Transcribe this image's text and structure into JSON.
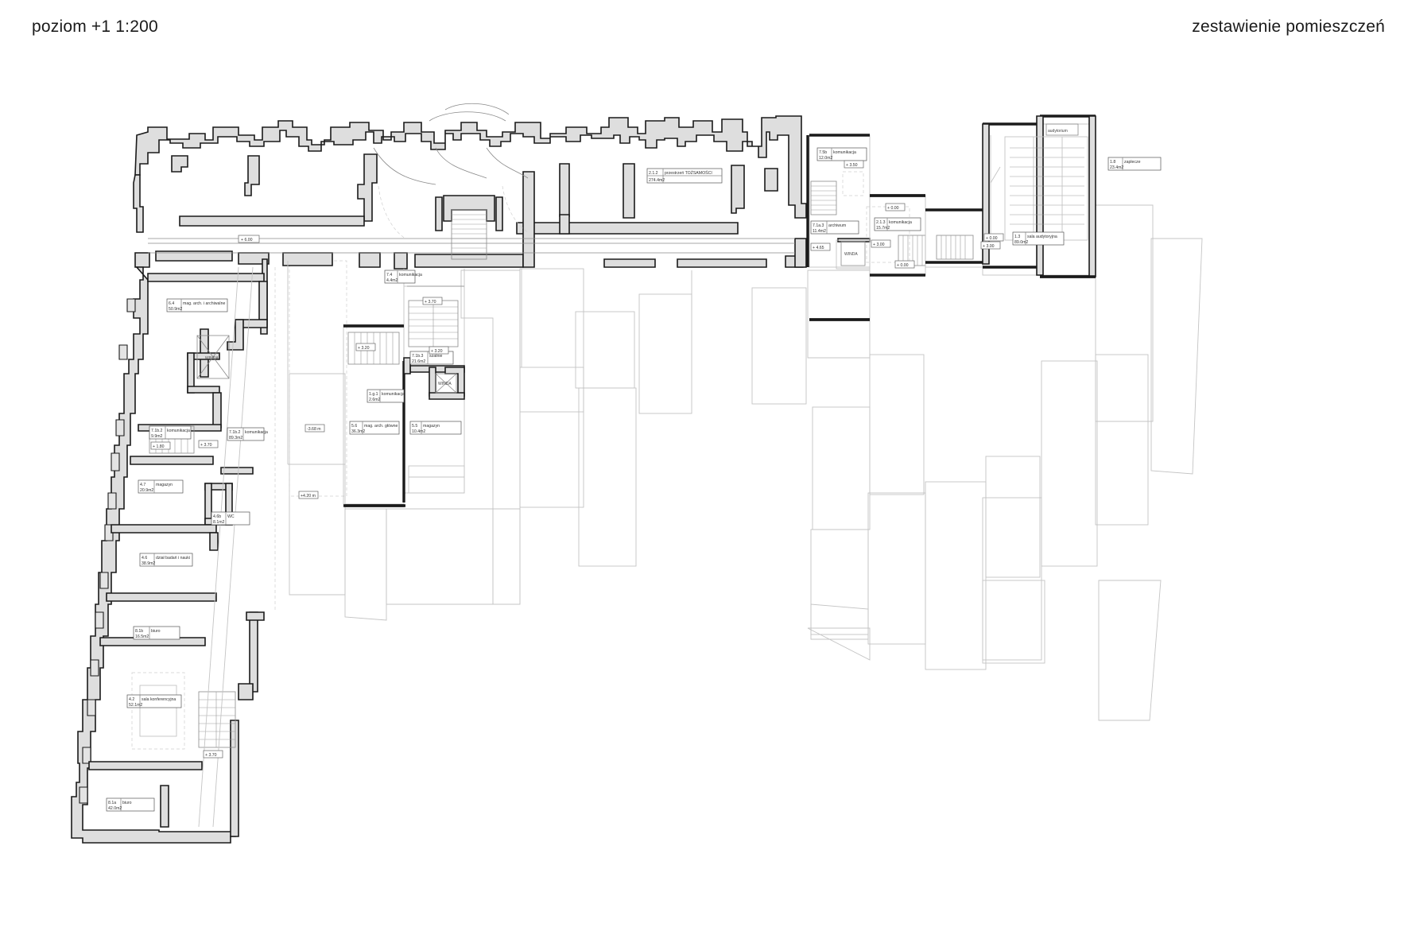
{
  "header": {
    "title_left": "poziom +1   1:200",
    "title_right": "zestawienie pomieszczeń"
  },
  "labels": {
    "winda": "WINDA",
    "lift_small": "WINDA",
    "lift_east": "WINDA",
    "lecture_hall": "audytorium"
  },
  "rooms": [
    {
      "id": "r1",
      "number": "2.1.2",
      "area": "274.4m2",
      "name": "przestrzeń TOŻSAMOŚCI"
    },
    {
      "id": "r2",
      "number": "7.5b",
      "area": "12.0m2",
      "name": "komunikacja"
    },
    {
      "id": "r3",
      "number": "7.1a.3",
      "area": "11.4m2",
      "name": "archiwum"
    },
    {
      "id": "r4",
      "number": "2.1.3",
      "area": "15.7m2",
      "name": "komunikacja"
    },
    {
      "id": "r5",
      "number": "1.3",
      "area": "89.0m2",
      "name": "sala audytoryjna"
    },
    {
      "id": "r6",
      "number": "1.8",
      "area": "23.4m2",
      "name": "zaplecze"
    },
    {
      "id": "r7",
      "number": "7.4",
      "area": "4.4m2",
      "name": "komunikacja"
    },
    {
      "id": "r8",
      "number": "6.4",
      "area": "50.9m2",
      "name": "mag. arch. i archiwalne"
    },
    {
      "id": "r9",
      "number": "7.1b.3",
      "area": "21.6m2",
      "name": "szatnie"
    },
    {
      "id": "r10",
      "number": "1.g.1",
      "area": "2.6m2",
      "name": "komunikacja"
    },
    {
      "id": "r11",
      "number": "5.6",
      "area": "36.3m2",
      "name": "mag. arch. główne"
    },
    {
      "id": "r12",
      "number": "5.5",
      "area": "10.4m2",
      "name": "magazyn"
    },
    {
      "id": "r13",
      "number": "7.1b.2",
      "area": "9.9m2",
      "name": "komunikacja"
    },
    {
      "id": "r14",
      "number": "7.1b.2",
      "area": "89.3m2",
      "name": "komunikacja"
    },
    {
      "id": "r15",
      "number": "4.7",
      "area": "20.9m2",
      "name": "magazyn"
    },
    {
      "id": "r16",
      "number": "4.6b",
      "area": "8.1m2",
      "name": "WC"
    },
    {
      "id": "r17",
      "number": "4.6",
      "area": "38.9m2",
      "name": "dział badań i nauki"
    },
    {
      "id": "r18",
      "number": "8.1b",
      "area": "16.5m2",
      "name": "biuro"
    },
    {
      "id": "r19",
      "number": "4.2",
      "area": "52.1m2",
      "name": "sala konferencyjna"
    },
    {
      "id": "r20",
      "number": "8.1a",
      "area": "42.0m2",
      "name": "biuro"
    }
  ],
  "levels": [
    {
      "id": "l1",
      "value": "+ 6.00"
    },
    {
      "id": "l2",
      "value": "+ 3.50"
    },
    {
      "id": "l3",
      "value": "+ 0.00"
    },
    {
      "id": "l4",
      "value": "+ 3.00"
    },
    {
      "id": "l5",
      "value": "+ 4.65"
    },
    {
      "id": "l6",
      "value": "+ 0.00"
    },
    {
      "id": "l7",
      "value": "+ 0.00"
    },
    {
      "id": "l8",
      "value": "+ 3.00"
    },
    {
      "id": "l9",
      "value": "+ 3.70"
    },
    {
      "id": "l10",
      "value": "+ 3.20"
    },
    {
      "id": "l11",
      "value": "+ 3.20"
    },
    {
      "id": "l12",
      "value": "+ 1.80"
    },
    {
      "id": "l13",
      "value": "+ 3.70"
    },
    {
      "id": "l14",
      "value": "-3.68 m"
    },
    {
      "id": "l15",
      "value": "+4.20 m"
    },
    {
      "id": "l16",
      "value": "+ 3.70"
    }
  ]
}
